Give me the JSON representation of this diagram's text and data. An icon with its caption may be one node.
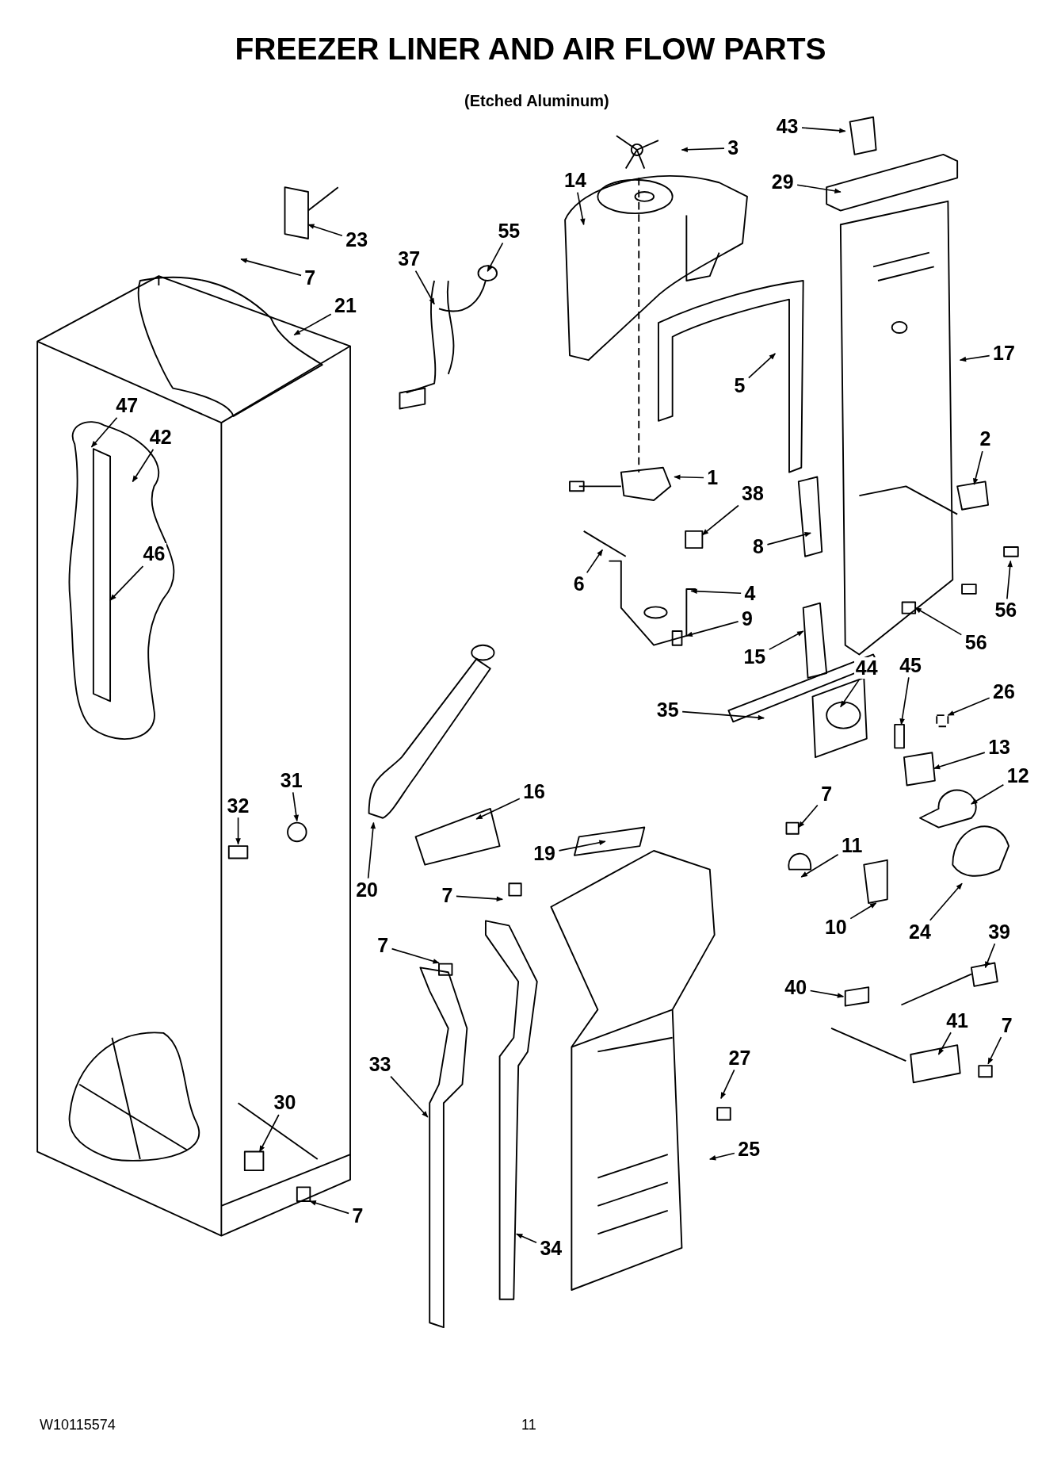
{
  "diagram": {
    "title": "FREEZER LINER AND AIR FLOW PARTS",
    "nodes": [
      {
        "text": [
          "43"
        ]
      },
      {
        "text": [
          "3"
        ]
      },
      {
        "text": [
          "14"
        ]
      },
      {
        "text": [
          "29"
        ]
      },
      {
        "text": [
          "55"
        ]
      },
      {
        "text": [
          "23"
        ]
      },
      {
        "text": [
          "37"
        ]
      },
      {
        "text": [
          "7"
        ]
      },
      {
        "text": [
          "21"
        ]
      },
      {
        "text": [
          "17"
        ]
      },
      {
        "text": [
          "5"
        ]
      },
      {
        "text": [
          "47"
        ]
      },
      {
        "text": [
          "2"
        ]
      },
      {
        "text": [
          "42"
        ]
      },
      {
        "text": [
          "1"
        ]
      },
      {
        "text": [
          "38"
        ]
      },
      {
        "text": [
          "8"
        ]
      },
      {
        "text": [
          "46"
        ]
      },
      {
        "text": [
          "6"
        ]
      },
      {
        "text": [
          "4"
        ]
      },
      {
        "text": [
          "56"
        ]
      },
      {
        "text": [
          "9"
        ]
      },
      {
        "text": [
          "56"
        ]
      },
      {
        "text": [
          "15"
        ]
      },
      {
        "text": [
          "44"
        ]
      },
      {
        "text": [
          "45"
        ]
      },
      {
        "text": [
          "26"
        ]
      },
      {
        "text": [
          "35"
        ]
      },
      {
        "text": [
          "13"
        ]
      },
      {
        "text": [
          "12"
        ]
      },
      {
        "text": [
          "31"
        ]
      },
      {
        "text": [
          "16"
        ]
      },
      {
        "text": [
          "7"
        ]
      },
      {
        "text": [
          "32"
        ]
      },
      {
        "text": [
          "11"
        ]
      },
      {
        "text": [
          "19"
        ]
      },
      {
        "text": [
          "20"
        ]
      },
      {
        "text": [
          "7"
        ]
      },
      {
        "text": [
          "10"
        ]
      },
      {
        "text": [
          "24"
        ]
      },
      {
        "text": [
          "39"
        ]
      },
      {
        "text": [
          "7"
        ]
      },
      {
        "text": [
          "40"
        ]
      },
      {
        "text": [
          "41"
        ]
      },
      {
        "text": [
          "7"
        ]
      },
      {
        "text": [
          "27"
        ]
      },
      {
        "text": [
          "33"
        ]
      },
      {
        "text": [
          "30"
        ]
      },
      {
        "text": [
          "25"
        ]
      },
      {
        "text": [
          "7"
        ]
      },
      {
        "text": [
          "34"
        ]
      }
    ],
    "edges": [
      {
        "from": 0,
        "to": null,
        "arrow": "to"
      },
      {
        "from": 1,
        "to": null,
        "arrow": "to"
      },
      {
        "from": 2,
        "to": null,
        "arrow": "to"
      },
      {
        "from": 3,
        "to": null,
        "arrow": "to"
      },
      {
        "from": 4,
        "to": null,
        "arrow": "to"
      },
      {
        "from": 5,
        "to": null,
        "arrow": "to"
      },
      {
        "from": 6,
        "to": null,
        "arrow": "to"
      },
      {
        "from": 7,
        "to": null,
        "arrow": "to"
      },
      {
        "from": 8,
        "to": null,
        "arrow": "to"
      },
      {
        "from": 9,
        "to": null,
        "arrow": "to"
      },
      {
        "from": 10,
        "to": null,
        "arrow": "to"
      },
      {
        "from": 11,
        "to": null,
        "arrow": "to"
      },
      {
        "from": 12,
        "to": null,
        "arrow": "to"
      },
      {
        "from": 13,
        "to": null,
        "arrow": "to"
      },
      {
        "from": 14,
        "to": null,
        "arrow": "to"
      },
      {
        "from": 15,
        "to": null,
        "arrow": "to"
      },
      {
        "from": 16,
        "to": null,
        "arrow": "to"
      },
      {
        "from": 17,
        "to": null,
        "arrow": "to"
      },
      {
        "from": 18,
        "to": null,
        "arrow": "to"
      },
      {
        "from": 19,
        "to": null,
        "arrow": "to"
      },
      {
        "from": 20,
        "to": null,
        "arrow": "to"
      },
      {
        "from": 21,
        "to": null,
        "arrow": "to"
      },
      {
        "from": 22,
        "to": null,
        "arrow": "to"
      },
      {
        "from": 23,
        "to": null,
        "arrow": "to"
      },
      {
        "from": 24,
        "to": null,
        "arrow": "to"
      },
      {
        "from": 25,
        "to": null,
        "arrow": "to"
      },
      {
        "from": 26,
        "to": null,
        "arrow": "to"
      },
      {
        "from": 27,
        "to": null,
        "arrow": "to"
      },
      {
        "from": 28,
        "to": null,
        "arrow": "to"
      },
      {
        "from": 29,
        "to": null,
        "arrow": "to"
      },
      {
        "from": 30,
        "to": null,
        "arrow": "to"
      },
      {
        "from": 31,
        "to": null,
        "arrow": "to"
      },
      {
        "from": 32,
        "to": null,
        "arrow": "to"
      },
      {
        "from": 33,
        "to": null,
        "arrow": "to"
      },
      {
        "from": 34,
        "to": null,
        "arrow": "to"
      },
      {
        "from": 35,
        "to": null,
        "arrow": "to"
      },
      {
        "from": 36,
        "to": null,
        "arrow": "to"
      },
      {
        "from": 37,
        "to": null,
        "arrow": "to"
      },
      {
        "from": 38,
        "to": null,
        "arrow": "to"
      },
      {
        "from": 39,
        "to": null,
        "arrow": "to"
      },
      {
        "from": 40,
        "to": null,
        "arrow": "to"
      },
      {
        "from": 41,
        "to": null,
        "arrow": "to"
      },
      {
        "from": 42,
        "to": null,
        "arrow": "to"
      },
      {
        "from": 43,
        "to": null,
        "arrow": "to"
      },
      {
        "from": 44,
        "to": null,
        "arrow": "to"
      },
      {
        "from": 45,
        "to": null,
        "arrow": "to"
      },
      {
        "from": 46,
        "to": null,
        "arrow": "to"
      },
      {
        "from": 47,
        "to": null,
        "arrow": "to"
      },
      {
        "from": 48,
        "to": null,
        "arrow": "to"
      },
      {
        "from": 49,
        "to": null,
        "arrow": "to"
      },
      {
        "from": 50,
        "to": null,
        "arrow": "to"
      }
    ],
    "labels": [
      "(Etched Aluminum)",
      "W10115574",
      "11"
    ]
  }
}
